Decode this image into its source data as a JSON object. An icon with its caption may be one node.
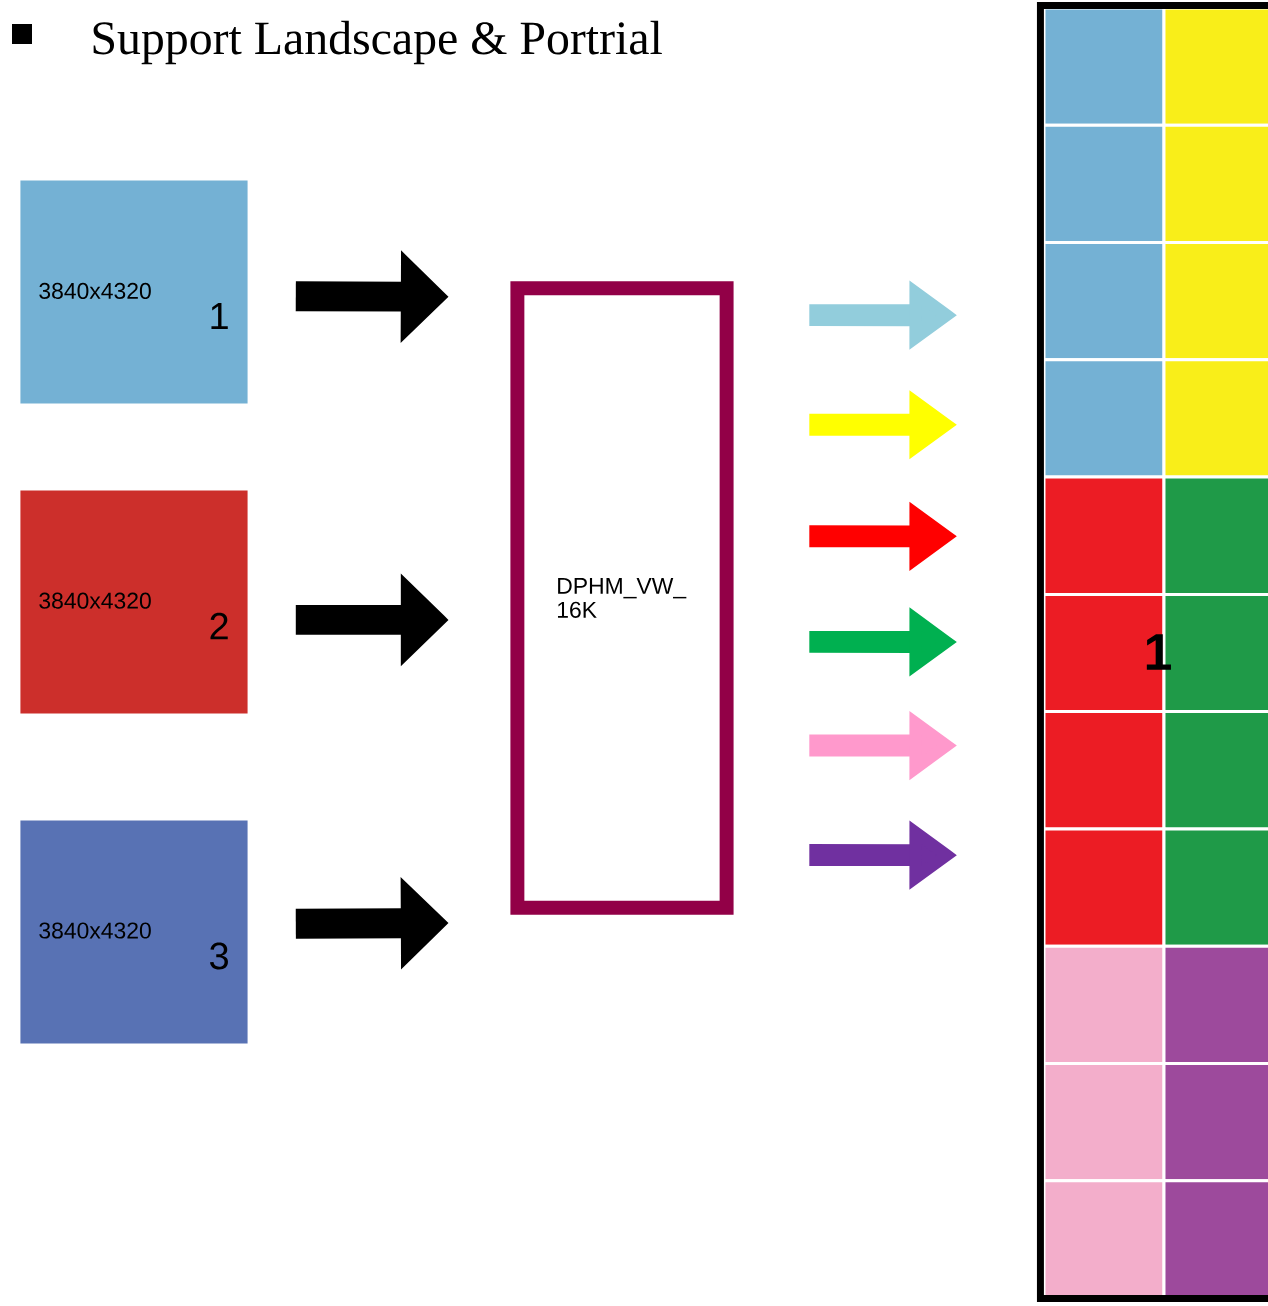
{
  "diagram": {
    "nodes": [
      {
        "text": [
          "3840x4320",
          "1"
        ]
      },
      {
        "text": [
          "3840x4320",
          "2"
        ]
      },
      {
        "text": [
          "3840x4320",
          "3"
        ]
      },
      {
        "text": [
          "DPHM_VW_ 16K"
        ]
      },
      {
        "text": [
          "1"
        ]
      }
    ],
    "edges": [
      {
        "from": 0,
        "to": 3,
        "arrow": "to"
      },
      {
        "from": 1,
        "to": 3,
        "arrow": "to"
      },
      {
        "from": 2,
        "to": 3,
        "arrow": "to"
      },
      {
        "from": 3,
        "to": 4,
        "arrow": "to",
        "color": "#92cddc"
      },
      {
        "from": 3,
        "to": 4,
        "arrow": "to",
        "color": "#ffff00"
      },
      {
        "from": 3,
        "to": 4,
        "arrow": "to",
        "color": "#ff0000"
      },
      {
        "from": 3,
        "to": 4,
        "arrow": "to",
        "color": "#00b050"
      },
      {
        "from": 3,
        "to": 4,
        "arrow": "to",
        "color": "#ff99cc"
      },
      {
        "from": 3,
        "to": 4,
        "arrow": "to",
        "color": "#7030a0"
      }
    ],
    "labels": [
      "Support Landscape & Portrial"
    ]
  }
}
